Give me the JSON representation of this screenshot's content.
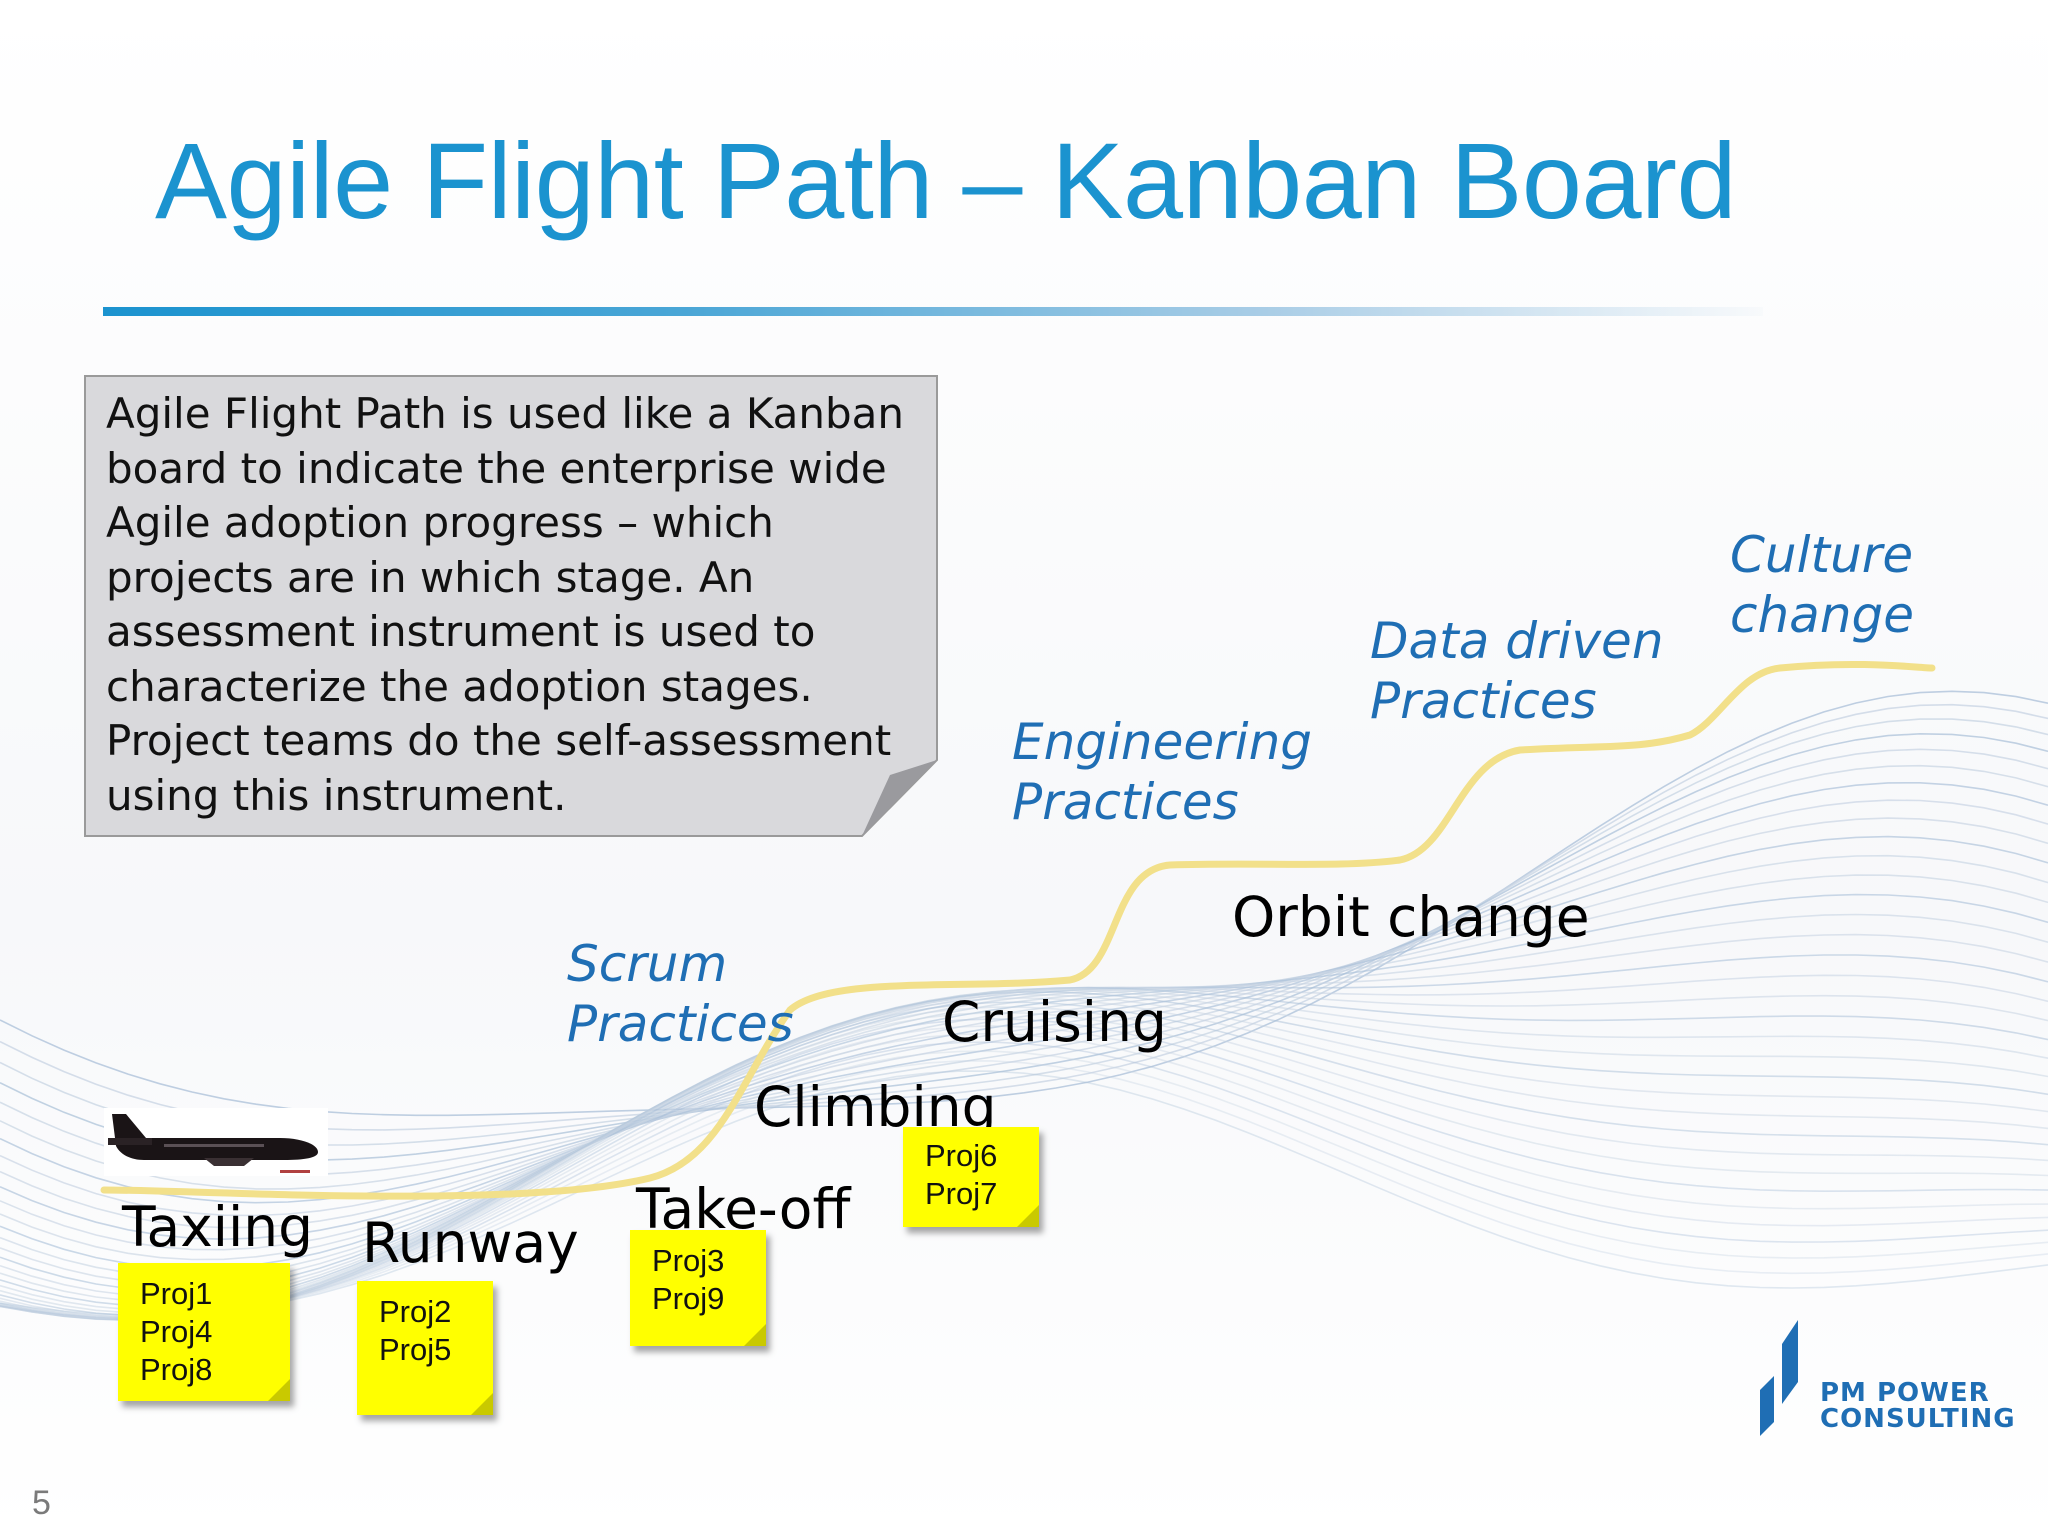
{
  "slide": {
    "title": "Agile Flight Path – Kanban Board",
    "page_number": "5",
    "colors": {
      "title": "#1b93cf",
      "practice_text": "#1f6eb4",
      "path_line": "#f2e08a",
      "note_fill": "#ffff00",
      "callout_fill": "#d9d9dc"
    }
  },
  "callout": {
    "lines": [
      "Agile Flight Path is used like a Kanban",
      "board to indicate the enterprise wide",
      "Agile adoption progress – which",
      "projects are in which stage. An",
      "assessment instrument is used to",
      "characterize the adoption stages.",
      "Project teams do the self-assessment",
      "using this instrument."
    ]
  },
  "stages": {
    "taxiing": "Taxiing",
    "runway": "Runway",
    "takeoff": "Take-off",
    "climbing": "Climbing",
    "cruising": "Cruising",
    "orbit": "Orbit change"
  },
  "practices": {
    "scrum": [
      "Scrum",
      "Practices"
    ],
    "engineering": [
      "Engineering",
      "Practices"
    ],
    "data": [
      "Data driven",
      "Practices"
    ],
    "culture": [
      "Culture",
      "change"
    ]
  },
  "notes": {
    "taxiing": [
      "Proj1",
      "Proj4",
      "Proj8"
    ],
    "runway": [
      "Proj2",
      "Proj5"
    ],
    "takeoff": [
      "Proj3",
      "Proj9"
    ],
    "climbing": [
      "Proj6",
      "Proj7"
    ]
  },
  "logo": {
    "line1": "PM POWER",
    "line2": "CONSULTING",
    "icon": "pm-power-logo-mark"
  },
  "icons": {
    "plane": "airplane-icon"
  }
}
